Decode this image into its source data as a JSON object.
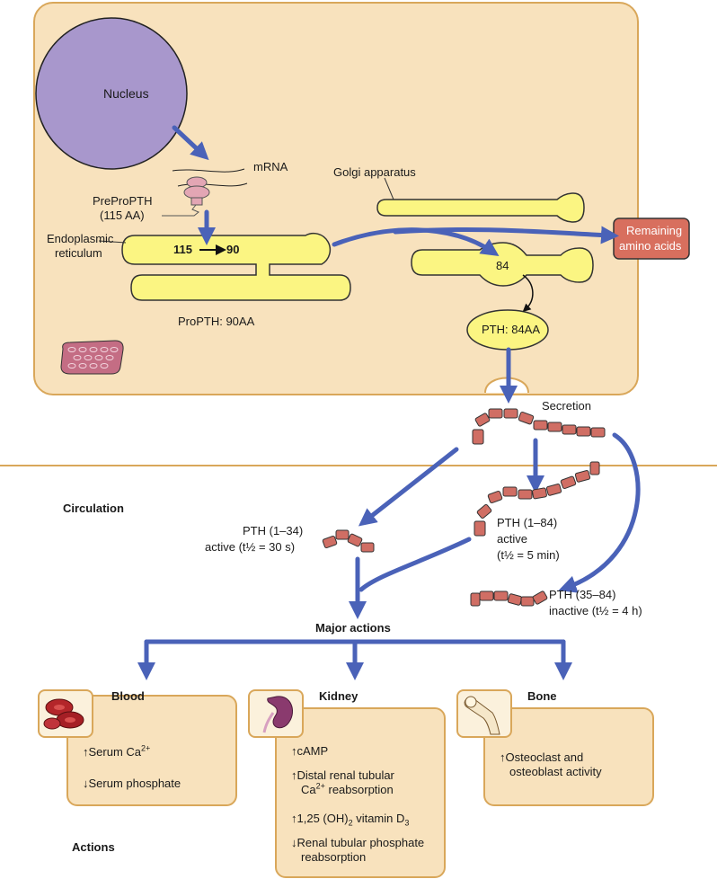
{
  "labels": {
    "nucleus": "Nucleus",
    "mrna": "mRNA",
    "preproPTH": "PreProPTH",
    "preproPTH_aa": "(115 AA)",
    "golgi": "Golgi apparatus",
    "er_line1": "Endoplasmic",
    "er_line2": "reticulum",
    "er_from": "115",
    "er_to": "90",
    "proPTH": "ProPTH: 90AA",
    "remaining_line1": "Remaining",
    "remaining_line2": "amino acids",
    "golgi_num": "84",
    "pth84": "PTH: 84AA",
    "secretion": "Secretion",
    "circulation": "Circulation",
    "pth134_line1": "PTH (1–34)",
    "pth134_line2": "active (t½ = 30 s)",
    "pth184_line1": "PTH (1–84)",
    "pth184_line2": "active",
    "pth184_line3": "(t½ = 5 min)",
    "pth3584_line1": "PTH (35–84)",
    "pth3584_line2": "inactive (t½ = 4 h)",
    "major_actions": "Major actions",
    "actions": "Actions"
  },
  "targets": {
    "blood": {
      "title": "Blood",
      "a1_arrow": "↑",
      "a1_text": "Serum Ca",
      "a1_sup": "2+",
      "a2_arrow": "↓",
      "a2_text": "Serum phosphate"
    },
    "kidney": {
      "title": "Kidney",
      "a1_arrow": "↑",
      "a1_text": "cAMP",
      "a2_arrow": "↑",
      "a2_line1": "Distal renal tubular",
      "a2_line2a": "Ca",
      "a2_sup": "2+",
      "a2_line2b": " reabsorption",
      "a3_arrow": "↑",
      "a3_pre": "1,25 (OH)",
      "a3_sub": "2",
      "a3_mid": " vitamin D",
      "a3_sub2": "3",
      "a4_arrow": "↓",
      "a4_line1": "Renal tubular phosphate",
      "a4_line2": "reabsorption"
    },
    "bone": {
      "title": "Bone",
      "a1_arrow": "↑",
      "a1_line1": "Osteoclast and",
      "a1_line2": "osteoblast activity"
    }
  },
  "colors": {
    "cell_fill": "#f8e2bd",
    "cell_border": "#d9a75a",
    "nucleus": "#a897cc",
    "organelle": "#fbf582",
    "arrow_blue": "#4a62b8",
    "peptide": "#d06e64",
    "remaining_box": "#d86f5e",
    "divider": "#d9a75a"
  }
}
